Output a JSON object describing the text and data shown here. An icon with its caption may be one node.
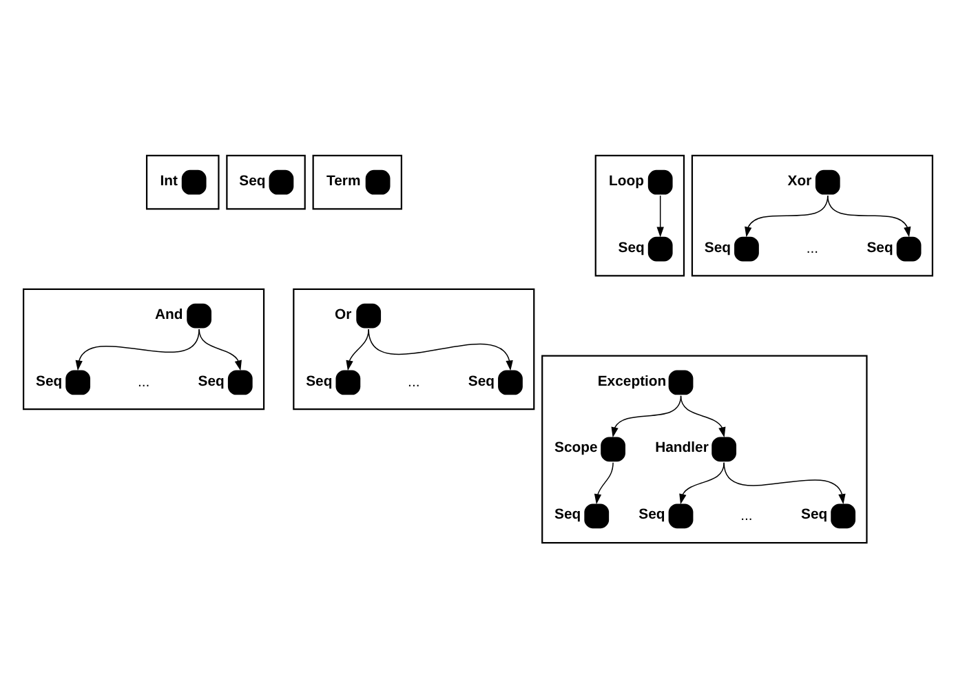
{
  "diagram": {
    "nodes": [
      {
        "text": [],
        "shape": "box"
      },
      {
        "text": [
          "Int"
        ],
        "in": 0
      },
      {
        "text": [],
        "shape": "box"
      },
      {
        "text": [
          "Seq"
        ],
        "in": 2
      },
      {
        "text": [],
        "shape": "box"
      },
      {
        "text": [
          "Term"
        ],
        "in": 4
      },
      {
        "text": [],
        "shape": "box"
      },
      {
        "text": [
          "Loop"
        ],
        "in": 6
      },
      {
        "text": [
          "Seq"
        ],
        "in": 6
      },
      {
        "text": [],
        "shape": "box"
      },
      {
        "text": [
          "Xor"
        ],
        "in": 9
      },
      {
        "text": [
          "Seq"
        ],
        "in": 9
      },
      {
        "text": [
          "Seq"
        ],
        "in": 9
      },
      {
        "text": [],
        "shape": "box"
      },
      {
        "text": [
          "And"
        ],
        "in": 13
      },
      {
        "text": [
          "Seq"
        ],
        "in": 13
      },
      {
        "text": [
          "Seq"
        ],
        "in": 13
      },
      {
        "text": [],
        "shape": "box"
      },
      {
        "text": [
          "Or"
        ],
        "in": 17
      },
      {
        "text": [
          "Seq"
        ],
        "in": 17
      },
      {
        "text": [
          "Seq"
        ],
        "in": 17
      },
      {
        "text": [],
        "shape": "box"
      },
      {
        "text": [
          "Exception"
        ],
        "in": 21
      },
      {
        "text": [
          "Scope"
        ],
        "in": 21
      },
      {
        "text": [
          "Handler"
        ],
        "in": 21
      },
      {
        "text": [
          "Seq"
        ],
        "in": 21
      },
      {
        "text": [
          "Seq"
        ],
        "in": 21
      },
      {
        "text": [
          "Seq"
        ],
        "in": 21
      }
    ],
    "edges": [
      {
        "from": 7,
        "to": 8,
        "arrow": "to"
      },
      {
        "from": 10,
        "to": 11,
        "arrow": "to"
      },
      {
        "from": 10,
        "to": 12,
        "arrow": "to"
      },
      {
        "from": 14,
        "to": 15,
        "arrow": "to"
      },
      {
        "from": 14,
        "to": 16,
        "arrow": "to"
      },
      {
        "from": 18,
        "to": 19,
        "arrow": "to"
      },
      {
        "from": 18,
        "to": 20,
        "arrow": "to"
      },
      {
        "from": 22,
        "to": 23,
        "arrow": "to"
      },
      {
        "from": 22,
        "to": 24,
        "arrow": "to"
      },
      {
        "from": 23,
        "to": 25,
        "arrow": "to"
      },
      {
        "from": 24,
        "to": 26,
        "arrow": "to"
      },
      {
        "from": 24,
        "to": 27,
        "arrow": "to"
      }
    ],
    "labels": [
      "...",
      "...",
      "...",
      "..."
    ]
  }
}
